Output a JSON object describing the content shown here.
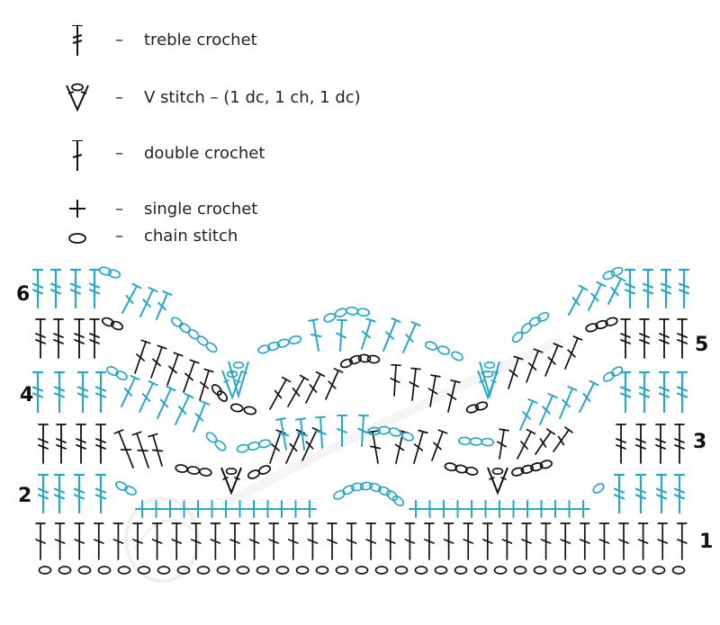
{
  "legend": [
    {
      "symbol": "treble-crochet",
      "dash": "–",
      "label": "treble crochet"
    },
    {
      "symbol": "v-stitch",
      "dash": "–",
      "label": "V stitch – (1 dc, 1 ch, 1 dc)"
    },
    {
      "symbol": "double-crochet",
      "dash": "–",
      "label": "double crochet"
    },
    {
      "symbol": "single-crochet",
      "dash": "–",
      "label": "single crochet"
    },
    {
      "symbol": "chain-stitch",
      "dash": "–",
      "label": "chain stitch"
    }
  ],
  "row_labels": {
    "r1": "1",
    "r2": "2",
    "r3": "3",
    "r4": "4",
    "r5": "5",
    "r6": "6"
  },
  "colors": {
    "black_rows": "#111111",
    "blue_rows": "#2aa7c6",
    "watermark": "#e6e6e6"
  }
}
